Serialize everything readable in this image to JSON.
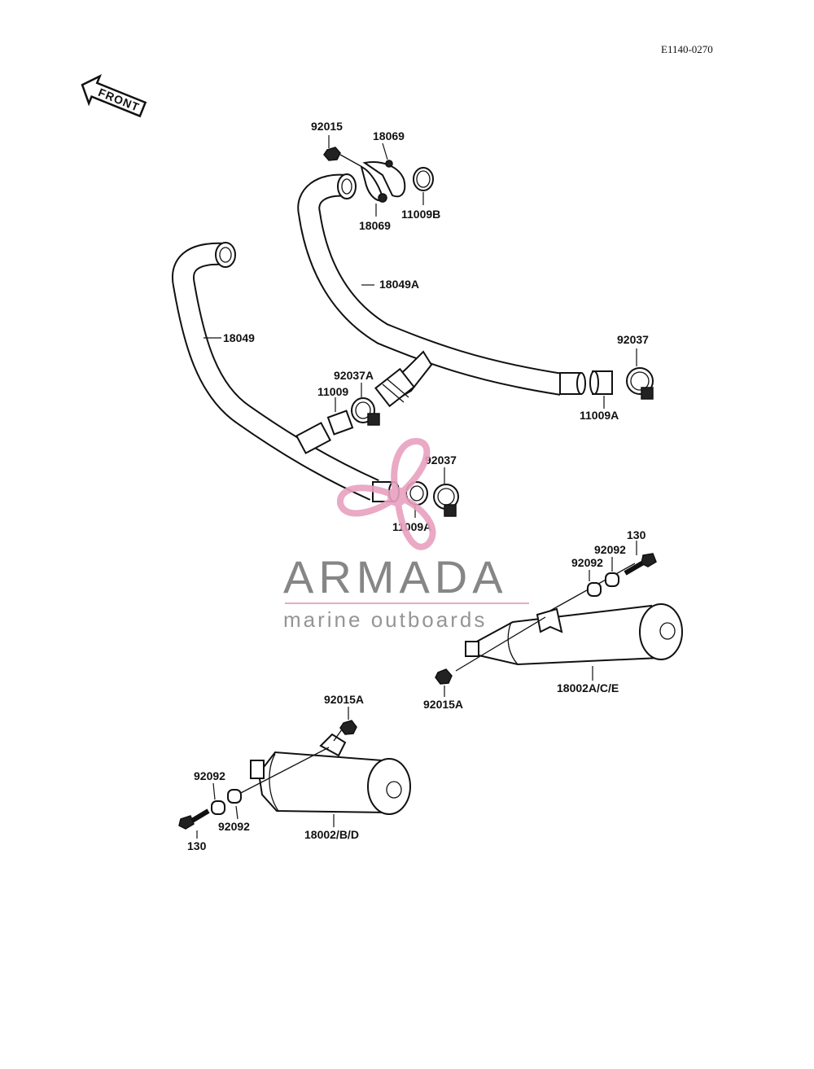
{
  "diagram_code": "E1140-0270",
  "front_arrow_label": "FRONT",
  "labels": {
    "p92015": "92015",
    "p18069_top": "18069",
    "p18069_bottom": "18069",
    "p11009B": "11009B",
    "p18049A": "18049A",
    "p18049": "18049",
    "p92037_right": "92037",
    "p11009A_right": "11009A",
    "p92037A": "92037A",
    "p11009": "11009",
    "p92037_mid": "92037",
    "p11009A_mid": "11009A",
    "p130_right": "130",
    "p92092_right_a": "92092",
    "p92092_right_b": "92092",
    "p18002ACE": "18002A/C/E",
    "p92015A_right": "92015A",
    "p92015A_left": "92015A",
    "p92092_left_a": "92092",
    "p92092_left_b": "92092",
    "p130_left": "130",
    "p18002BD": "18002/B/D"
  },
  "watermark": {
    "brand": "ARMADA",
    "tagline": "marine outboards",
    "accent_color": "#e8a0bf",
    "text_color": "#7a7a7a"
  }
}
